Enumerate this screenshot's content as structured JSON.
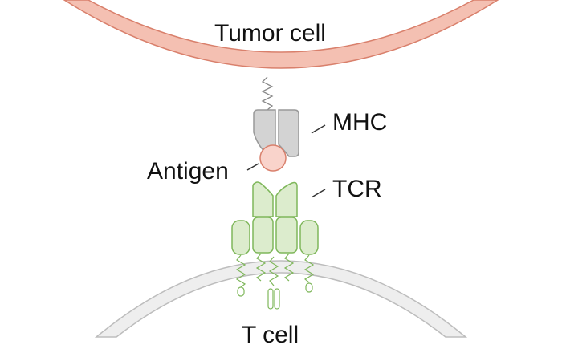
{
  "labels": {
    "tumor_cell": "Tumor cell",
    "mhc": "MHC",
    "antigen": "Antigen",
    "tcr": "TCR",
    "t_cell": "T cell"
  },
  "colors": {
    "tumor_membrane_fill": "#f4c0b2",
    "tumor_membrane_stroke": "#d9806c",
    "mhc_fill": "#d3d3d3",
    "mhc_stroke": "#999999",
    "antigen_fill": "#f9d3cb",
    "antigen_stroke": "#d9806c",
    "tcr_fill": "#dceccd",
    "tcr_stroke": "#7fb75b",
    "tcell_membrane_fill": "#eeeeee",
    "tcell_membrane_stroke": "#bdbdbd",
    "label_text": "#111111"
  }
}
